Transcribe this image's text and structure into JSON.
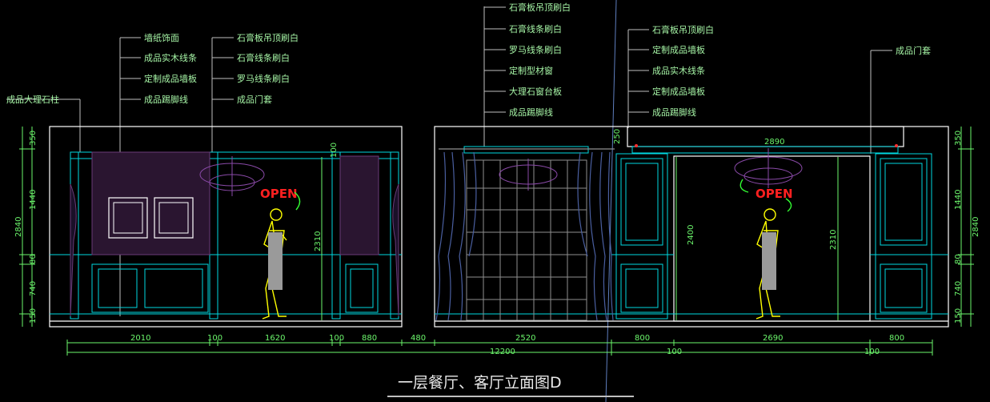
{
  "title": "一层餐厅、客厅立面图D",
  "labels": {
    "left_column": "成品大理石柱",
    "left_group": [
      "墙纸饰面",
      "成品实木线条",
      "定制成品墙板",
      "成品踢脚线"
    ],
    "mid_left_group": [
      "石膏板吊顶刷白",
      "石膏线条刷白",
      "罗马线条刷白",
      "成品门套"
    ],
    "center_group": [
      "石膏板吊顶刷白",
      "石膏线条刷白",
      "罗马线条刷白",
      "定制型材窗",
      "大理石窗台板",
      "成品踢脚线"
    ],
    "right_group": [
      "石膏板吊顶刷白",
      "定制成品墙板",
      "成品实木线条",
      "定制成品墙板",
      "成品踢脚线"
    ],
    "right_door": "成品门套"
  },
  "open_sign": "OPEN",
  "dims_bottom": [
    "2010",
    "100",
    "1620",
    "100",
    "880",
    "480",
    "2520",
    "800",
    "2690",
    "800"
  ],
  "dims_bottom_lower": [
    "12200",
    "100",
    "100"
  ],
  "dims_left": [
    "350",
    "1440",
    "80",
    "740",
    "150",
    "2840"
  ],
  "dims_right": [
    "350",
    "1440",
    "80",
    "740",
    "150",
    "2840"
  ],
  "dims_inner": [
    "2310",
    "2400",
    "2310",
    "250",
    "2890",
    "100"
  ],
  "colors": {
    "wall": "#ffffff",
    "trim": "#00d8e0",
    "label": "#a6f5a6",
    "dim": "#6cf76c",
    "open": "#ff2020",
    "figure": "#ffff00",
    "curtain": "#4a5fa0",
    "panel": "#6a3a78"
  }
}
